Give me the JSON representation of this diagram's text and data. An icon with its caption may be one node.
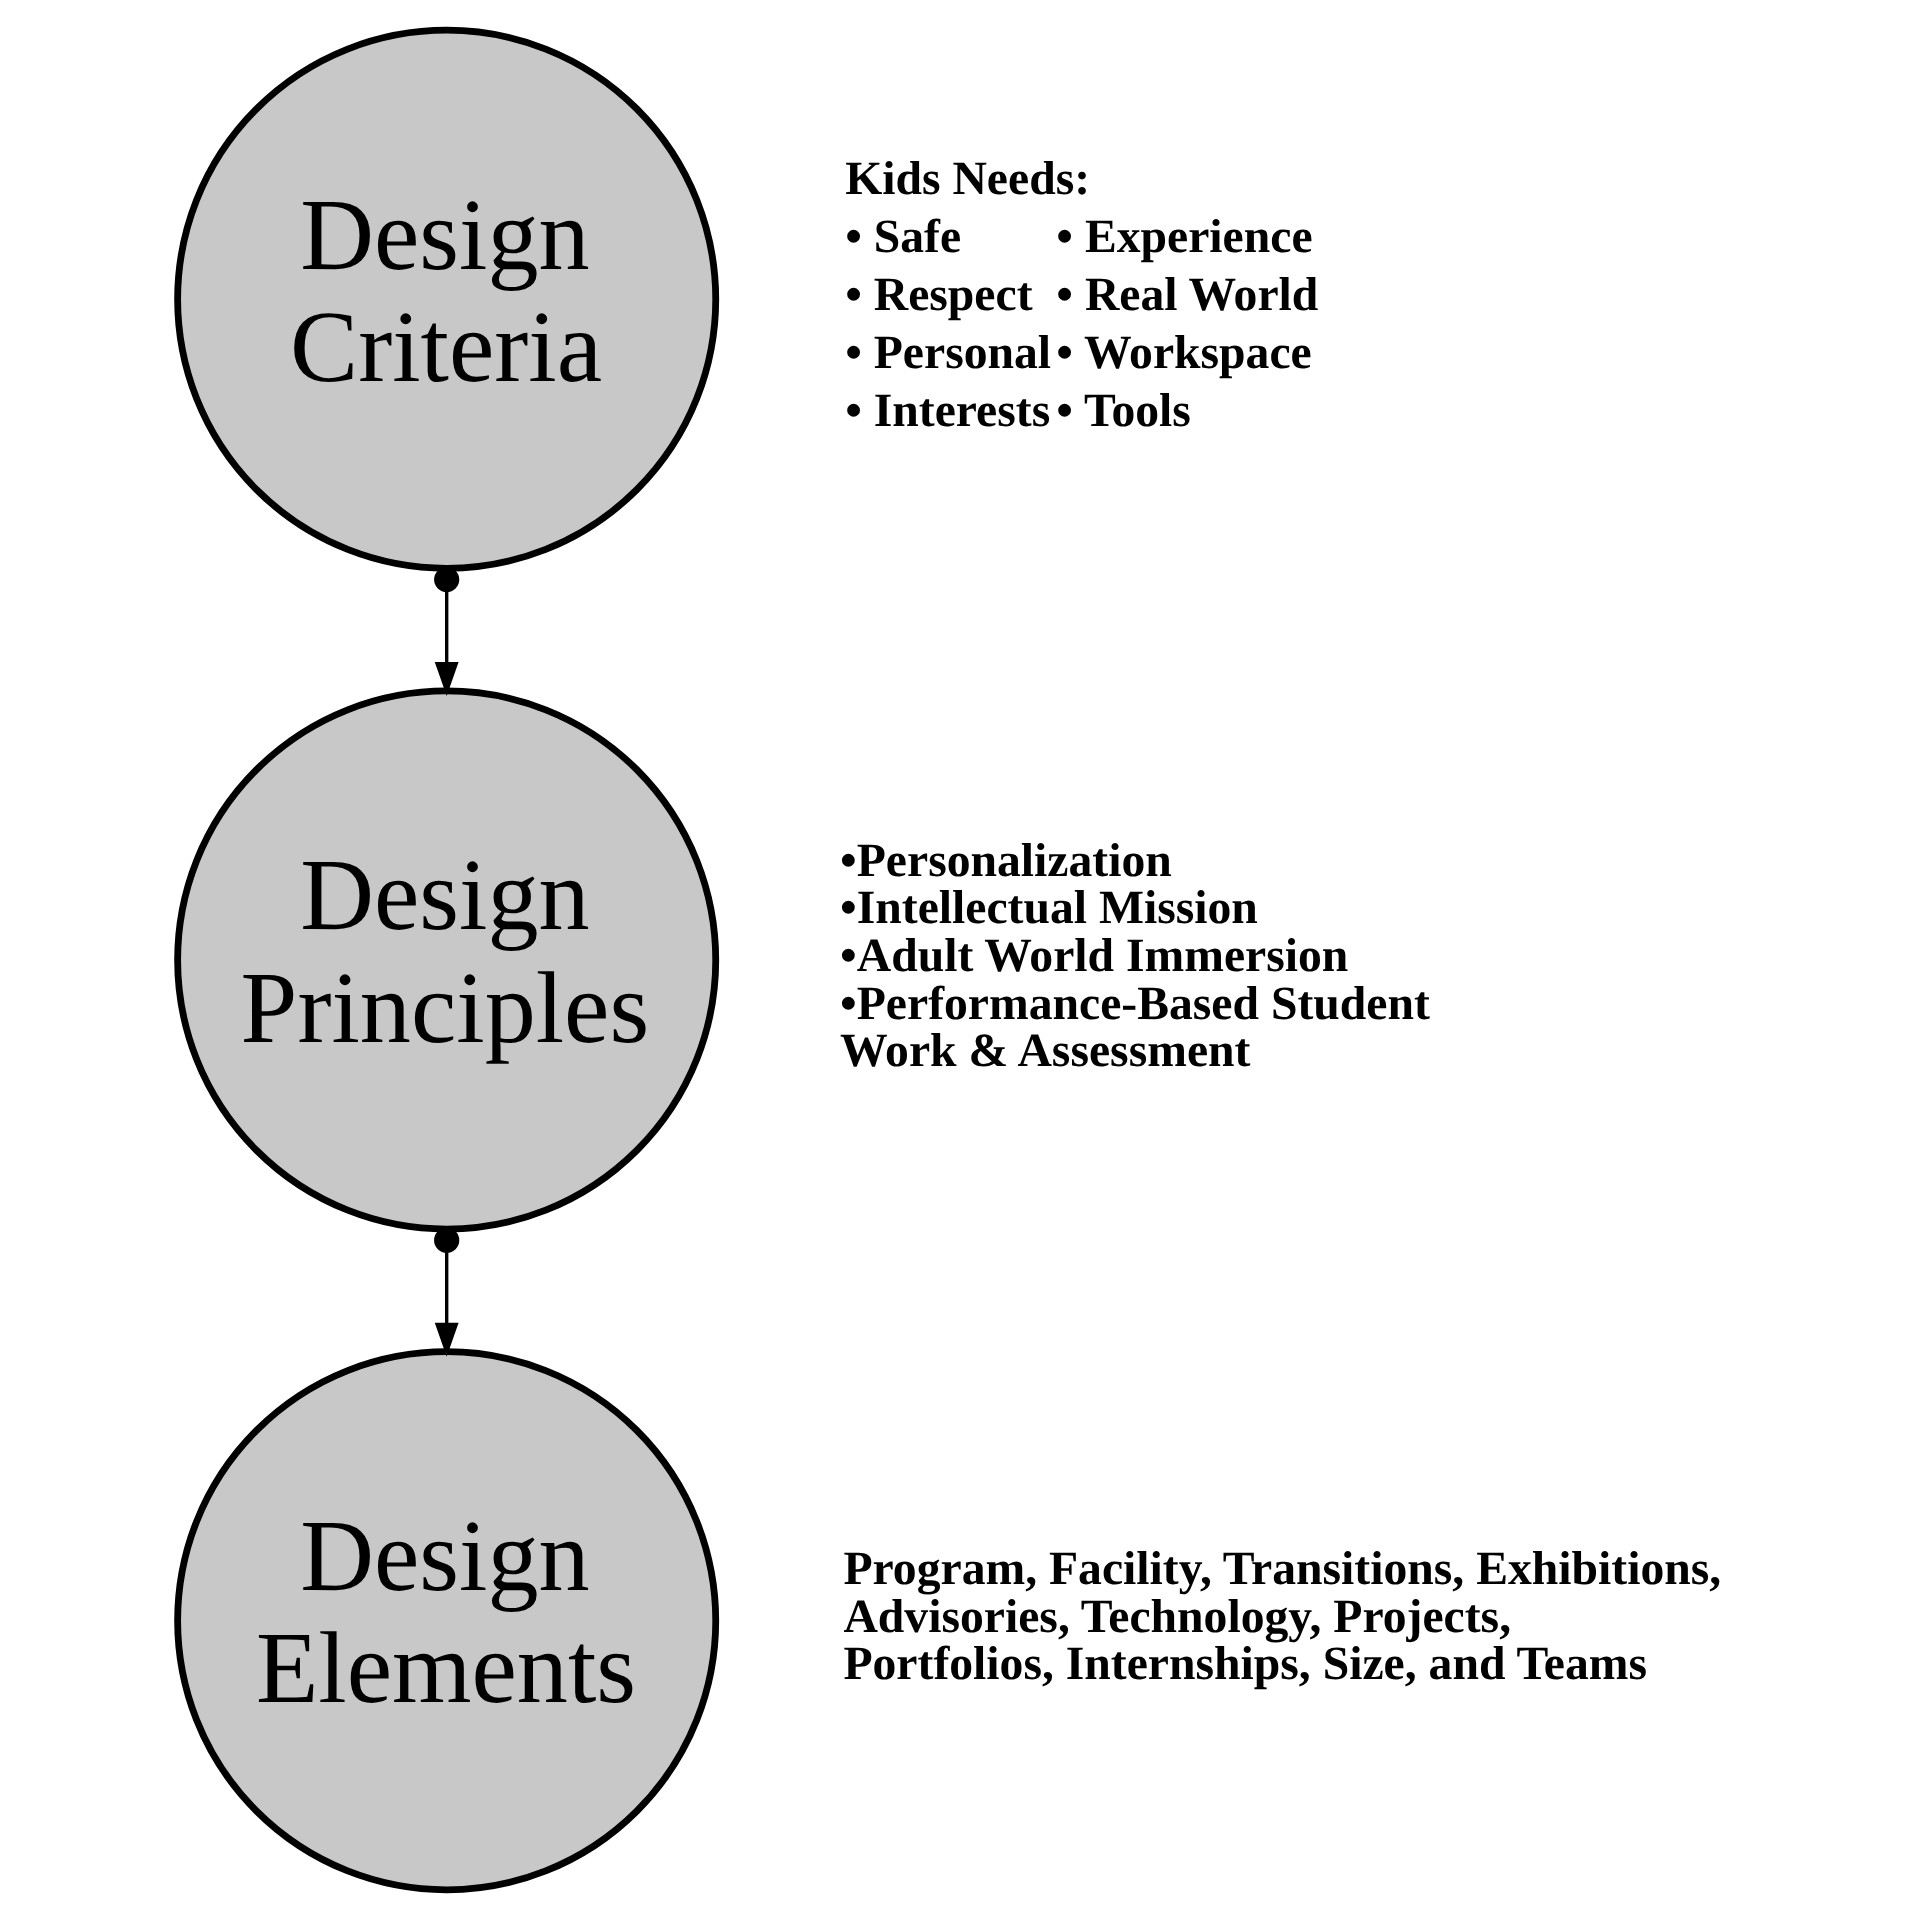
{
  "diagram": {
    "nodes": [
      {
        "text": [
          "Design Criteria"
        ],
        "beside": [
          "Kids Needs:",
          "• Safe",
          "• Respect",
          "• Personal",
          "• Interests",
          "• Experience",
          "• Real World",
          "• Workspace",
          "• Tools"
        ]
      },
      {
        "text": [
          "Design Principles"
        ],
        "beside": [
          "•Personalization",
          "•Intellectual Mission",
          "•Adult World Immersion",
          "•Performance-Based Student Work & Assessment"
        ]
      },
      {
        "text": [
          "Design Elements"
        ],
        "beside": [
          "Program, Facility, Transitions, Exhibitions, Advisories, Technology, Projects, Portfolios, Internships, Size, and Teams"
        ]
      }
    ],
    "edges": [
      {
        "from": 0,
        "to": 1,
        "arrow": "to"
      },
      {
        "from": 1,
        "to": 2,
        "arrow": "to"
      }
    ]
  }
}
